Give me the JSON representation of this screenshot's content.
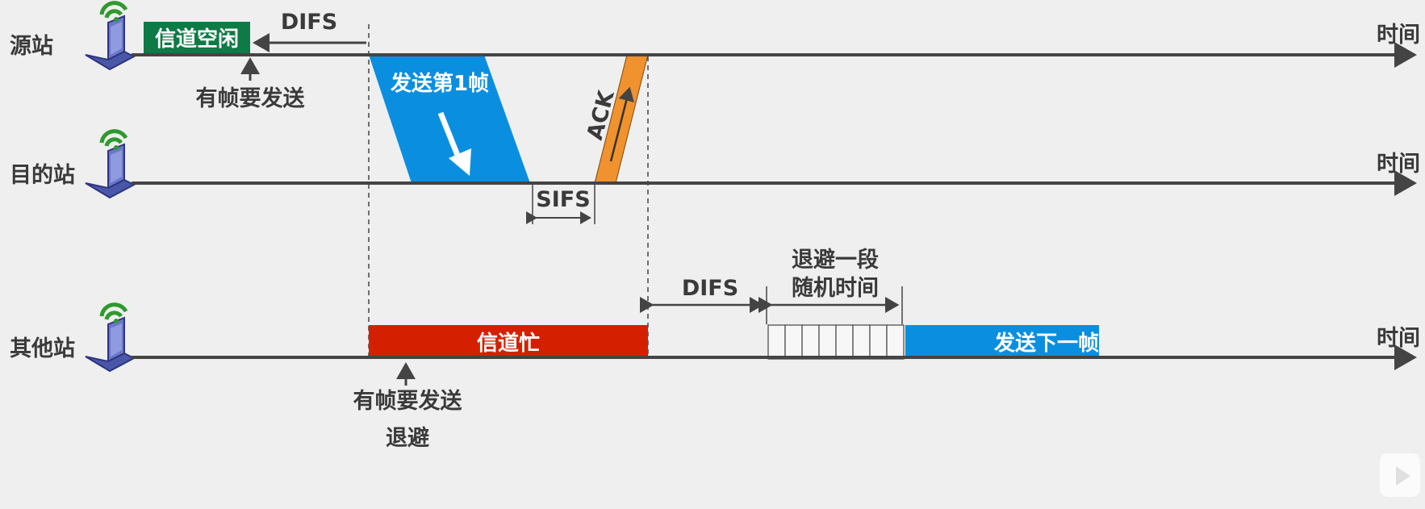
{
  "stations": {
    "source": "源站",
    "destination": "目的站",
    "other": "其他站"
  },
  "time_label": "时间",
  "source_row": {
    "channel_idle": "信道空闲",
    "difs": "DIFS",
    "frame_to_send": "有帧要发送",
    "send_first_frame": "发送第1帧",
    "ack": "ACK"
  },
  "destination_row": {
    "sifs": "SIFS"
  },
  "other_row": {
    "channel_busy": "信道忙",
    "difs": "DIFS",
    "backoff_line1": "退避一段",
    "backoff_line2": "随机时间",
    "send_next_frame": "发送下一帧",
    "frame_to_send": "有帧要发送",
    "backoff": "退避"
  },
  "colors": {
    "idle": "#0e7a45",
    "frame": "#0a8fe0",
    "ack": "#f0922e",
    "busy": "#d42000",
    "wifi": "#2e9a2e",
    "laptop": "#6b78c9"
  }
}
